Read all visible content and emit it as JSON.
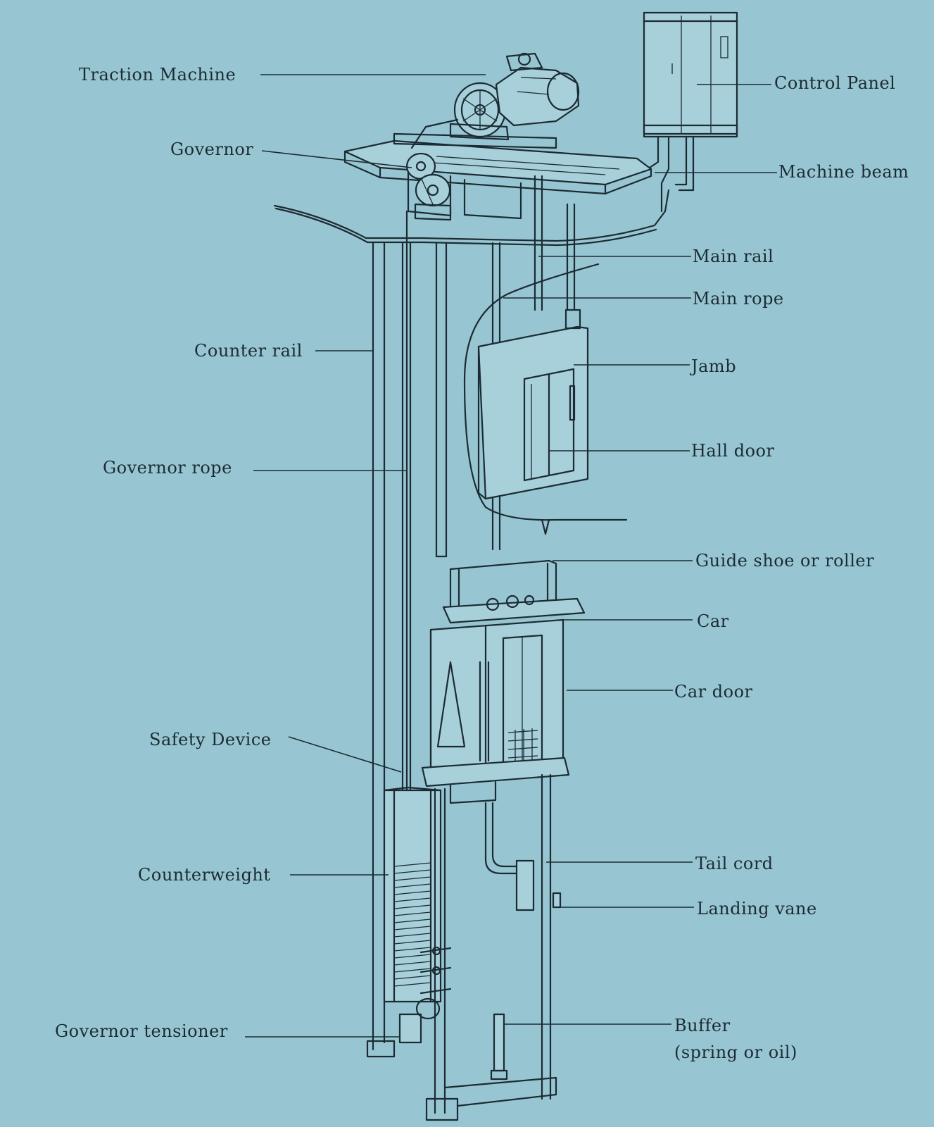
{
  "labels": {
    "traction_machine": "Traction Machine",
    "governor": "Governor",
    "counter_rail": "Counter rail",
    "governor_rope": "Governor rope",
    "safety_device": "Safety Device",
    "counterweight": "Counterweight",
    "governor_tensioner": "Governor tensioner",
    "control_panel": "Control Panel",
    "machine_beam": "Machine beam",
    "main_rail": "Main rail",
    "main_rope": "Main rope",
    "jamb": "Jamb",
    "hall_door": "Hall door",
    "guide_shoe": "Guide shoe or roller",
    "car": "Car",
    "car_door": "Car door",
    "tail_cord": "Tail cord",
    "landing_vane": "Landing vane",
    "buffer_line1": "Buffer",
    "buffer_line2": "(spring or oil)"
  },
  "colors": {
    "background": "#97c6d2",
    "ink": "#1c2b33"
  }
}
